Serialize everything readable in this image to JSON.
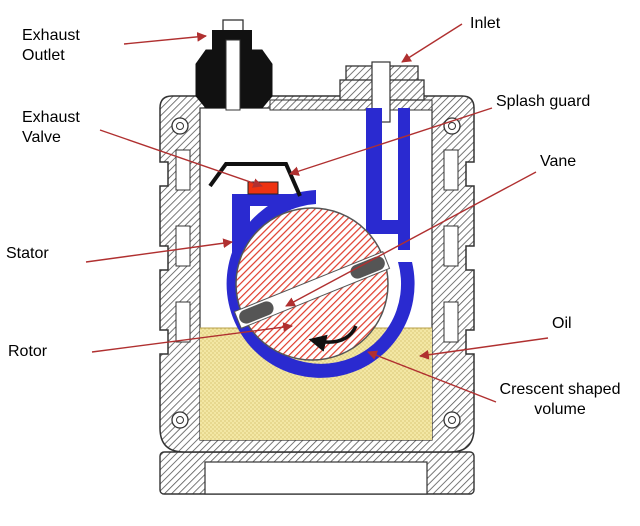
{
  "labels": {
    "exhaust_outlet": [
      "Exhaust",
      "Outlet"
    ],
    "exhaust_valve": [
      "Exhaust",
      "Valve"
    ],
    "stator": "Stator",
    "rotor": "Rotor",
    "inlet": "Inlet",
    "splash_guard": "Splash guard",
    "vane": "Vane",
    "oil": "Oil",
    "crescent_volume": [
      "Crescent shaped",
      "volume"
    ]
  },
  "colors": {
    "stator": "#2a2ad0",
    "rotor_stripe": "#e03a2a",
    "oil": "#f3e7a4",
    "valve": "#ee3311",
    "leader": "#b03030",
    "vane": "#555555",
    "hatch": "#333333"
  }
}
